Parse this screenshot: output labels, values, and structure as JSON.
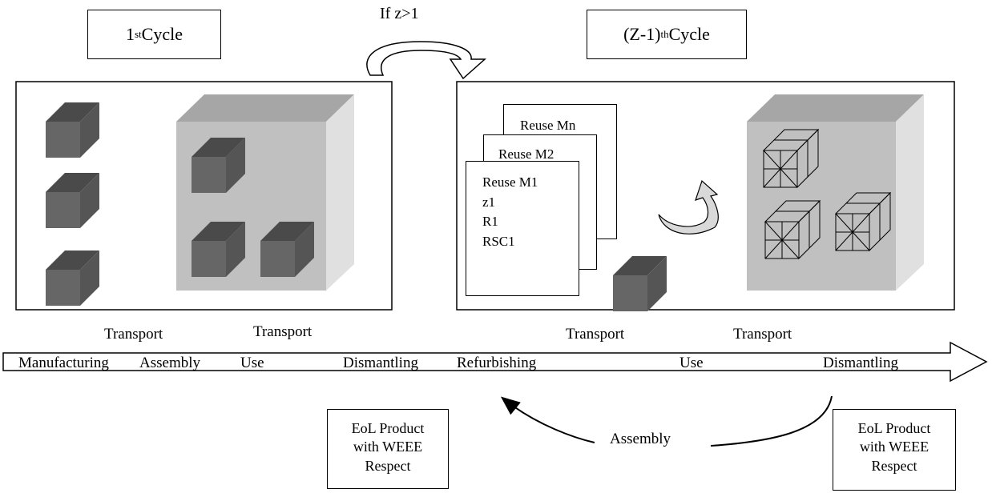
{
  "cycles": {
    "first": {
      "prefix": "1",
      "sup": "st",
      "suffix": " Cycle"
    },
    "last": {
      "prefix": "(Z-1)",
      "sup": "th",
      "suffix": " Cycle"
    }
  },
  "loop_condition": "If z>1",
  "reuse_pages": {
    "back": "Reuse Mn",
    "middle": "Reuse M2",
    "front": [
      "Reuse M1",
      "z1",
      "R1",
      "RSC1"
    ]
  },
  "transport_labels": [
    "Transport",
    "Transport",
    "Transport",
    "Transport"
  ],
  "timeline": [
    "Manufacturing",
    "Assembly",
    "Use",
    "Dismantling",
    "Refurbishing",
    "Use",
    "Dismantling"
  ],
  "return_arrow_label": "Assembly",
  "eol_boxes": [
    [
      "EoL Product",
      "with WEEE",
      "Respect"
    ],
    [
      "EoL Product",
      "with WEEE",
      "Respect"
    ]
  ],
  "colors": {
    "cube_front": "#666666",
    "cube_top": "#4a4a4a",
    "cube_side": "#555555",
    "big_front": "#c0c0c0",
    "big_top": "#a6a6a6",
    "big_side": "#e0e0e0",
    "arrow_fill": "#d9d9d9"
  }
}
